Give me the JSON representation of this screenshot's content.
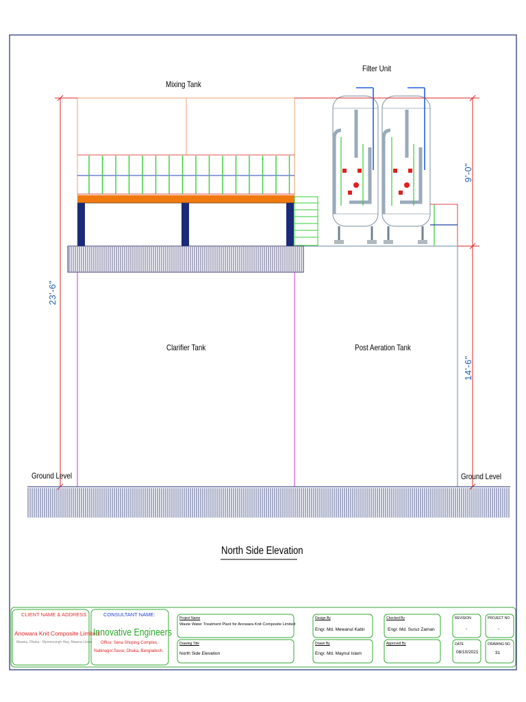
{
  "drawing": {
    "title": "North Side Elevation",
    "labels": {
      "mixing_tank": "Mixing Tank",
      "filter_unit": "Filter Unit",
      "clarifier_tank": "Clarifier Tank",
      "post_aeration_tank": "Post Aeration Tank",
      "ground_level_left": "Ground Level",
      "ground_level_right": "Ground Level"
    },
    "dimensions": {
      "overall_height": "23'-6\"",
      "filter_height": "9'-0\"",
      "post_aeration_height": "14'-6\""
    },
    "colors": {
      "mixing_tank_outline": "#f0a070",
      "clarifier_outline": "#cc33cc",
      "dimension_line": "#e02020",
      "dimension_text": "#1f5fb4",
      "railing": "#33cc33",
      "platform": "#f07a10",
      "column": "#1a2a78",
      "filter_vessel": "#8fa0b0",
      "filter_pipe": "#1e5fe0",
      "titleblock_border": "#33aa33"
    }
  },
  "title_block": {
    "client_heading": "CLIENT NAME & ADDRESS",
    "client_name": "Anowara Knit Composite Limited",
    "client_address": "Mawna, Dhaka - Mymensingh Hwy, Mawna Union",
    "consultant_heading": "CONSULTANT NAME:",
    "consultant_name": "Innovative Engineers",
    "consultant_office_1": "Office: Sena Shoping Complex,",
    "consultant_office_2": "Nabinagor,Savar, Dhaka, Bangladesh.",
    "project_name_label": "Project Name",
    "project_name": "Waste Water Treatment Plant for Anowara Knit Composite Limited",
    "drawing_title_label": "Drawing Title",
    "drawing_title": "North Side Elevation",
    "designed_by_label": "Design By",
    "designed_by": "Engr. Md. Mewanul Kabir",
    "drawn_by_label": "Drawn By",
    "drawn_by": "Engr. Md. Maynul Islam",
    "checked_by_label": "Checked By",
    "checked_by": "Engr. Md. Suruz Zaman",
    "approved_by_label": "Approved By",
    "approved_by": "",
    "revision_label": "REVISION",
    "revision": "-",
    "project_no_label": "PROJECT NO",
    "project_no": "-",
    "date_label": "DATE",
    "date": "08/10/2021",
    "drawing_no_label": "DRAWING NO",
    "drawing_no": "31"
  }
}
